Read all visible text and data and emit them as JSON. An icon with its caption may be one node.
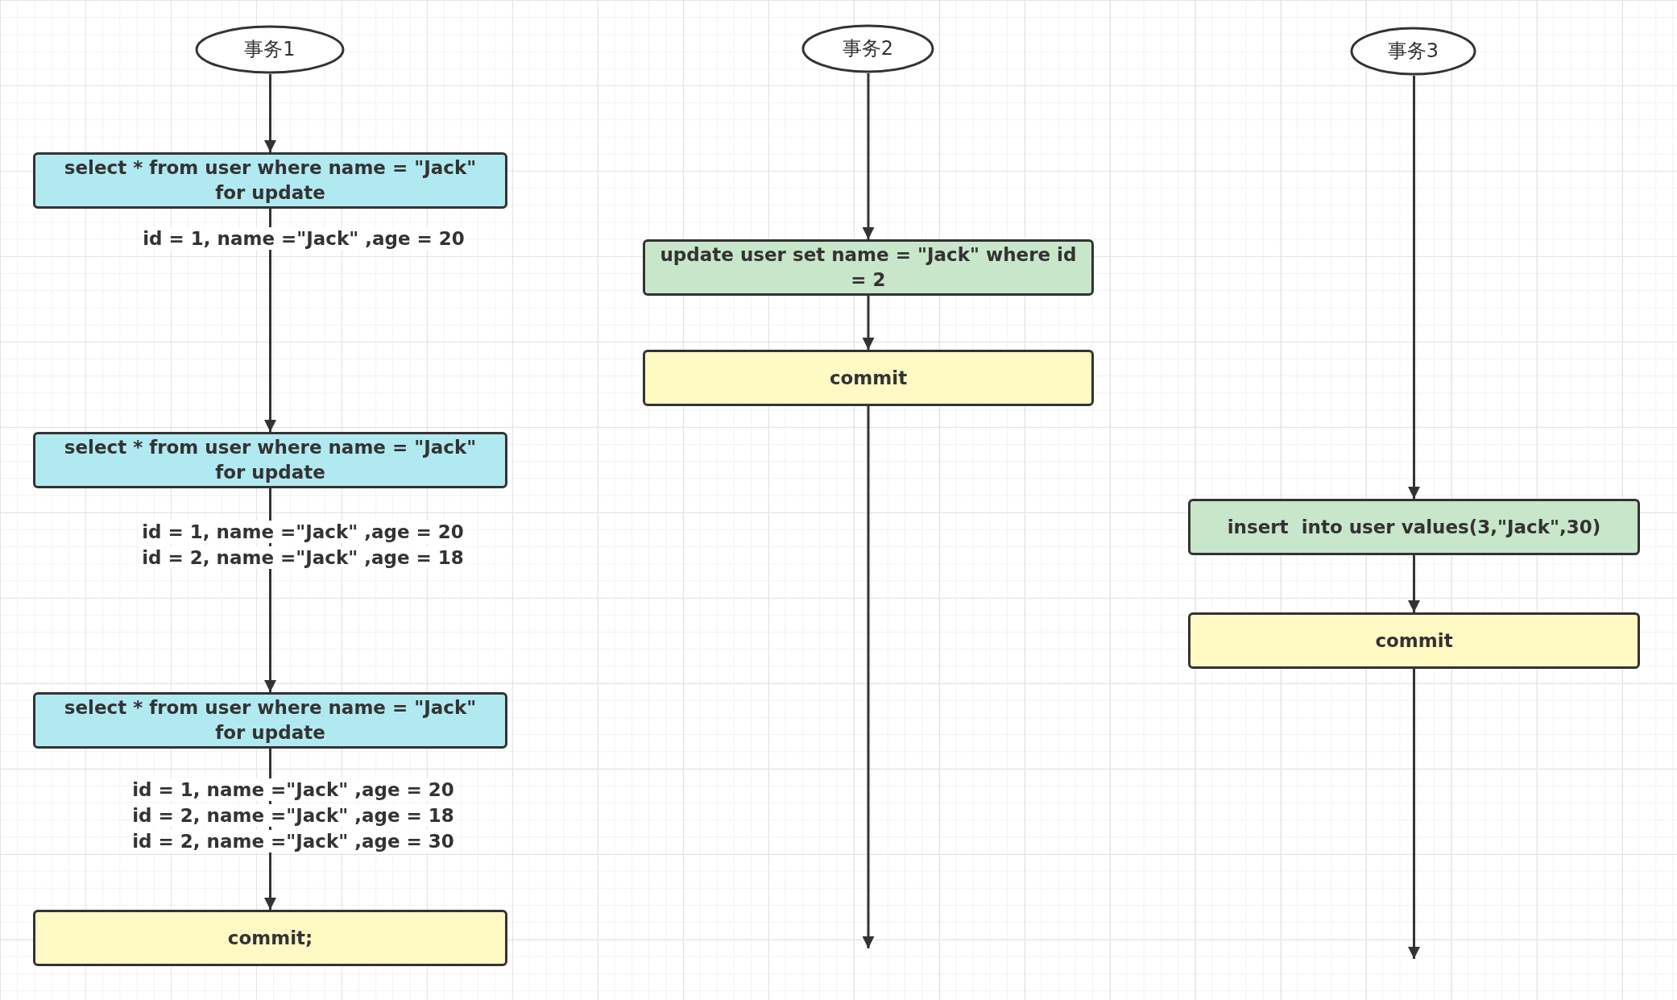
{
  "diagram": {
    "nodes": [
      {
        "text": [
          "事务1"
        ]
      },
      {
        "text": [
          "select * from user where name = \"Jack\" for update"
        ]
      },
      {
        "text": [
          "select * from user where name = \"Jack\" for update"
        ]
      },
      {
        "text": [
          "select * from user where name = \"Jack\" for update"
        ]
      },
      {
        "text": [
          "commit;"
        ]
      },
      {
        "text": [
          "事务2"
        ]
      },
      {
        "text": [
          "update user set name = \"Jack\" where id = 2"
        ]
      },
      {
        "text": [
          "commit"
        ]
      },
      {
        "text": [
          "事务3"
        ]
      },
      {
        "text": [
          "insert  into user values(3,\"Jack\",30)"
        ]
      },
      {
        "text": [
          "commit"
        ]
      }
    ],
    "edges": [
      {
        "from": 0,
        "to": 1,
        "arrow": "to"
      },
      {
        "from": 1,
        "to": 2,
        "arrow": "to"
      },
      {
        "from": 2,
        "to": 3,
        "arrow": "to"
      },
      {
        "from": 3,
        "to": 4,
        "arrow": "to"
      },
      {
        "from": 5,
        "to": 6,
        "arrow": "to"
      },
      {
        "from": 6,
        "to": 7,
        "arrow": "to"
      },
      {
        "from": 7,
        "to": null,
        "arrow": "to"
      },
      {
        "from": 8,
        "to": 9,
        "arrow": "to"
      },
      {
        "from": 9,
        "to": 10,
        "arrow": "to"
      },
      {
        "from": 10,
        "to": null,
        "arrow": "to"
      }
    ],
    "labels": [
      "id = 1, name =\"Jack\" ,age = 20",
      "id = 1, name =\"Jack\" ,age = 20",
      "id = 2, name =\"Jack\" ,age = 18",
      "id = 1, name =\"Jack\" ,age = 20",
      "id = 2, name =\"Jack\" ,age = 18",
      "id = 2, name =\"Jack\" ,age = 30"
    ]
  }
}
